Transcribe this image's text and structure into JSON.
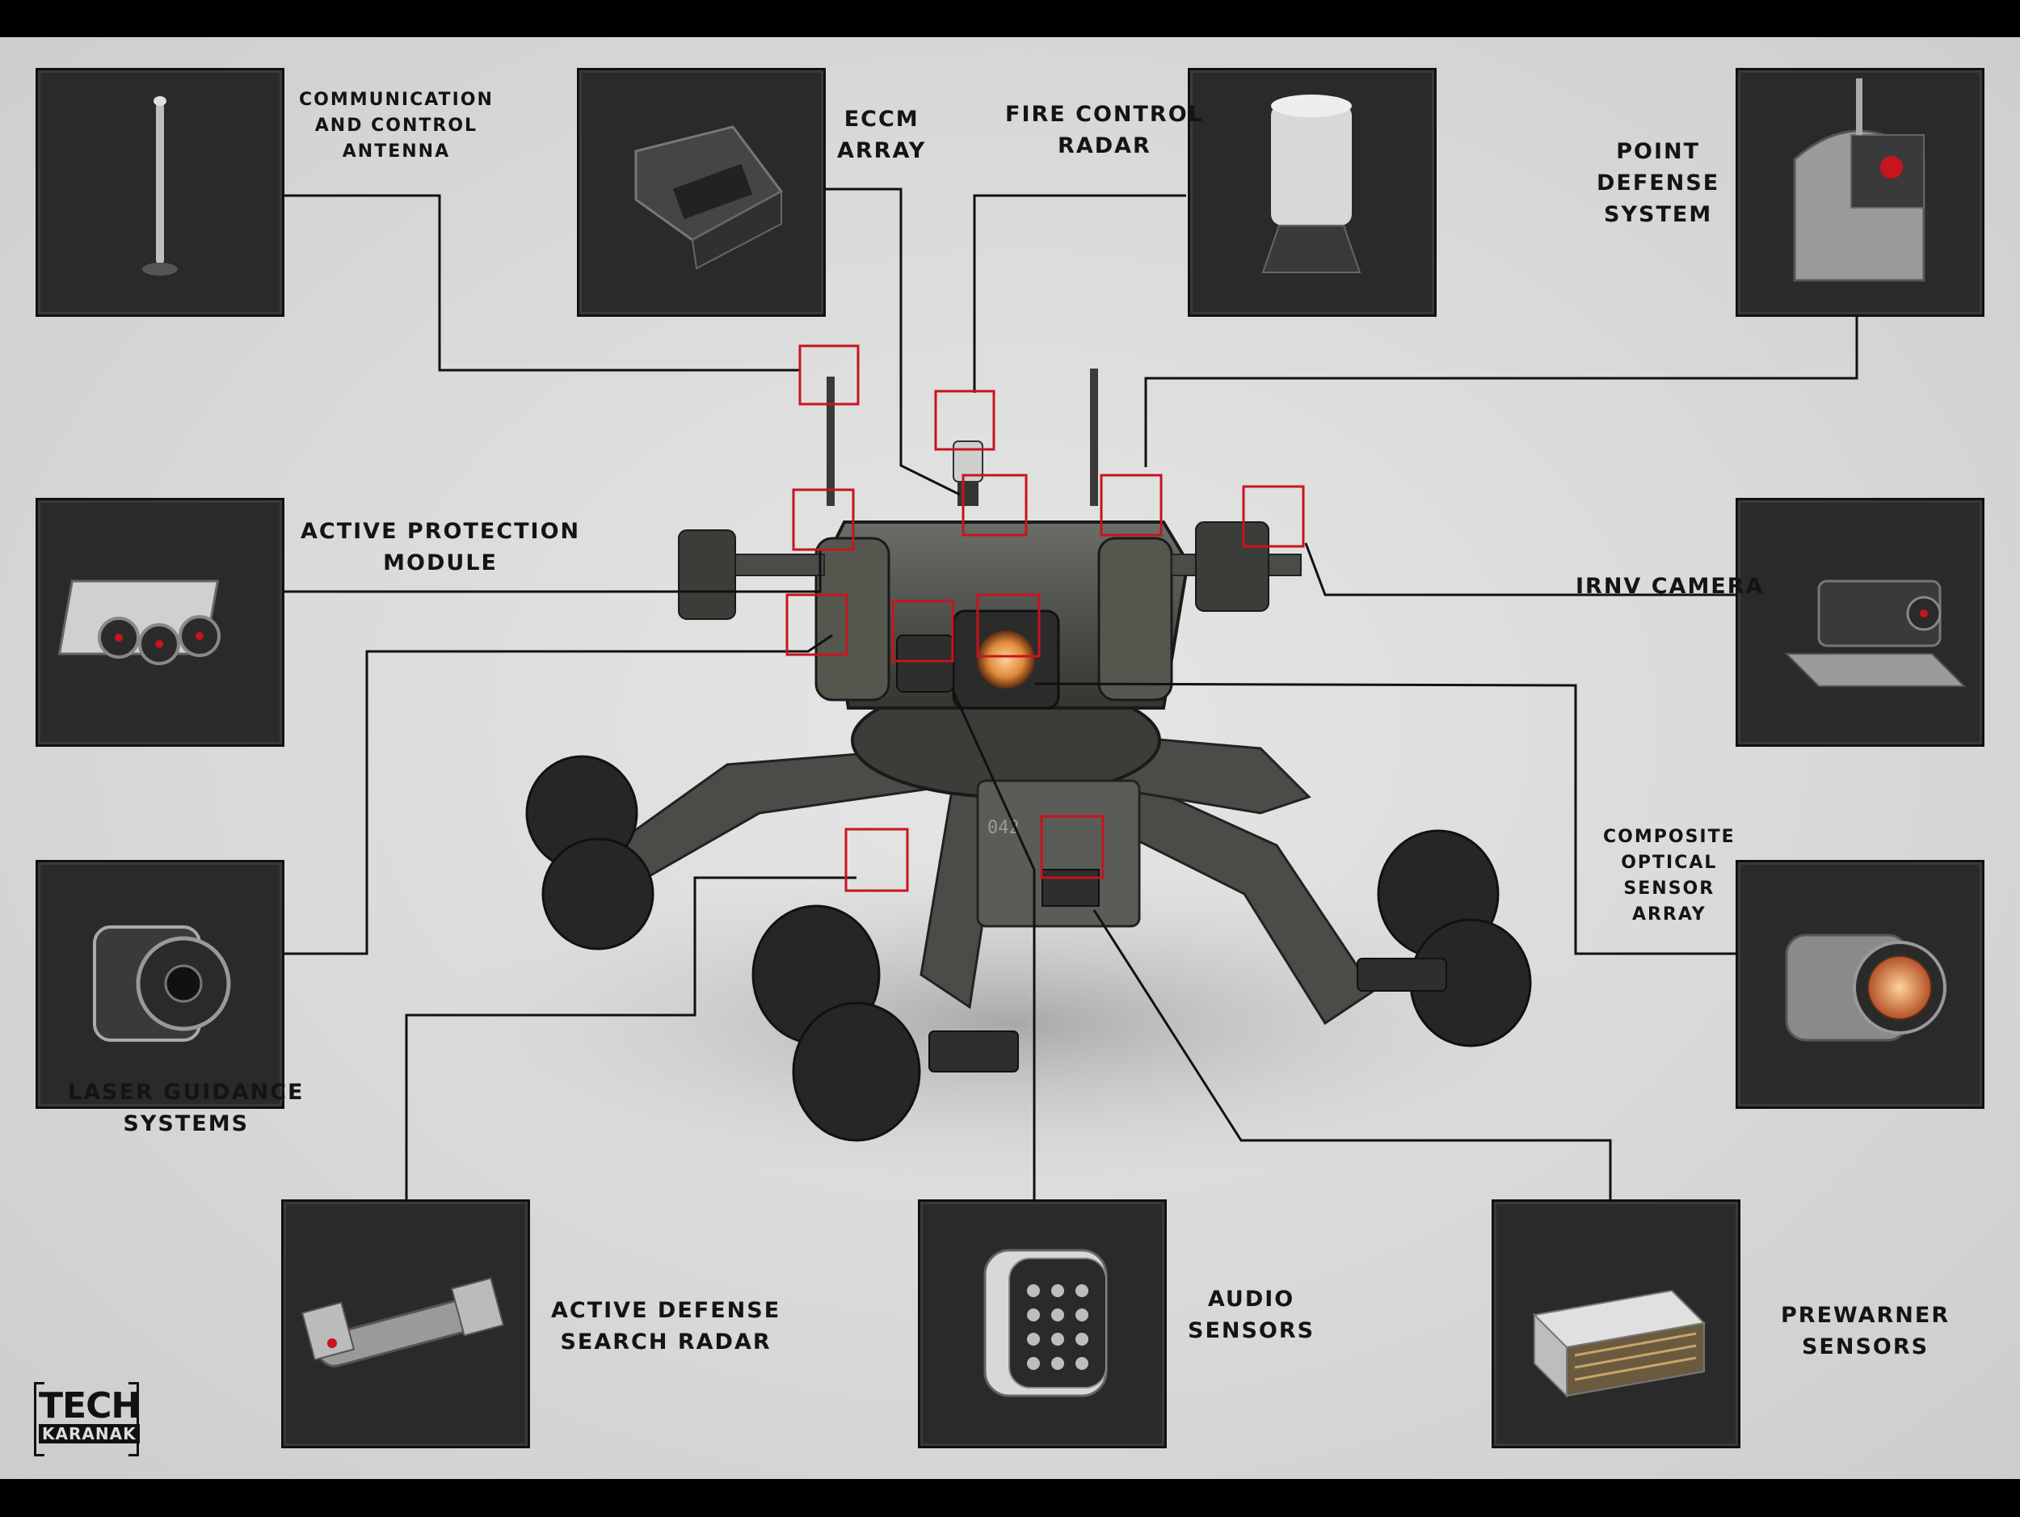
{
  "labels": {
    "comm_antenna": [
      "COMMUNICATION",
      "AND CONTROL",
      "ANTENNA"
    ],
    "eccm": [
      "ECCM",
      "ARRAY"
    ],
    "fire_control": [
      "FIRE CONTROL",
      "RADAR"
    ],
    "point_defense": [
      "POINT",
      "DEFENSE",
      "SYSTEM"
    ],
    "active_protection": [
      "ACTIVE PROTECTION",
      "MODULE"
    ],
    "irnv": [
      "IRNV CAMERA"
    ],
    "composite_optical": [
      "COMPOSITE",
      "OPTICAL",
      "SENSOR",
      "ARRAY"
    ],
    "laser_guidance": [
      "LASER GUIDANCE",
      "SYSTEMS"
    ],
    "active_defense_radar": [
      "ACTIVE DEFENSE",
      "SEARCH RADAR"
    ],
    "audio": [
      "AUDIO",
      "SENSORS"
    ],
    "prewarner": [
      "PREWARNER",
      "SENSORS"
    ]
  },
  "vehicle_marking": "042",
  "logo": {
    "line1": "TECH",
    "line2": "KARANAK"
  },
  "colors": {
    "background": "#d9d9d9",
    "panel": "#2a2a2a",
    "highlight_box": "#c8141e",
    "leader_line": "#111111",
    "vehicle_body": "#4a4c48",
    "optic_glow": "#e08a3c"
  }
}
